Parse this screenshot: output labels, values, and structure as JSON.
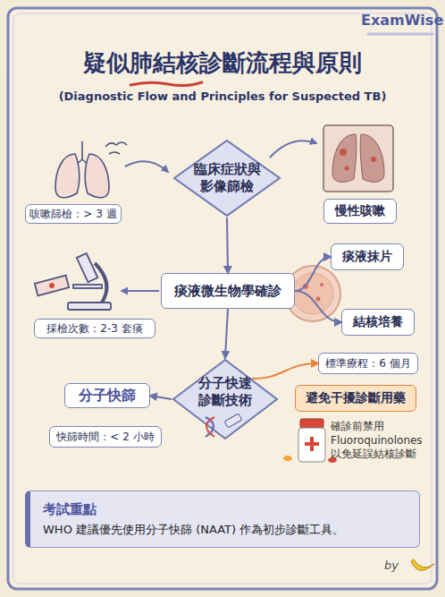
{
  "diagram": {
    "title": "疑似肺結核診斷流程與原則",
    "nodes": [
      {
        "text": [
          "臨床症狀與 影像篩檢"
        ]
      },
      {
        "text": [
          "咳嗽篩檢：> 3 週"
        ]
      },
      {
        "text": [
          "慢性咳嗽"
        ]
      },
      {
        "text": [
          "痰液微生物學確診"
        ]
      },
      {
        "text": [
          "痰液抹片"
        ]
      },
      {
        "text": [
          "結核培養"
        ]
      },
      {
        "text": [
          "採檢次數：2-3 套痰"
        ]
      },
      {
        "text": [
          "分子快速 診斷技術"
        ]
      },
      {
        "text": [
          "分子快篩"
        ]
      },
      {
        "text": [
          "快篩時間：< 2 小時"
        ]
      },
      {
        "text": [
          "標準療程：6 個月"
        ]
      },
      {
        "text": [
          "避免干擾診斷用藥"
        ]
      },
      {
        "text": [
          "考試重點",
          "WHO 建議優先使用分子快篩 (NAAT) 作為初步診斷工具。"
        ]
      }
    ],
    "edges": [
      {
        "from": 0,
        "to": 3,
        "arrow": "to"
      },
      {
        "from": 3,
        "to": 4,
        "arrow": "to"
      },
      {
        "from": 3,
        "to": 5,
        "arrow": "to"
      },
      {
        "from": 3,
        "to": 7,
        "arrow": "to"
      },
      {
        "from": 7,
        "to": 8,
        "arrow": "to"
      },
      {
        "from": 7,
        "to": 10,
        "arrow": "to"
      }
    ],
    "labels": [
      "ExamWise",
      "(Diagnostic Flow and Principles for Suspected TB)",
      "確診前禁用 Fluoroquinolones 以免延誤結核診斷",
      "by"
    ]
  }
}
